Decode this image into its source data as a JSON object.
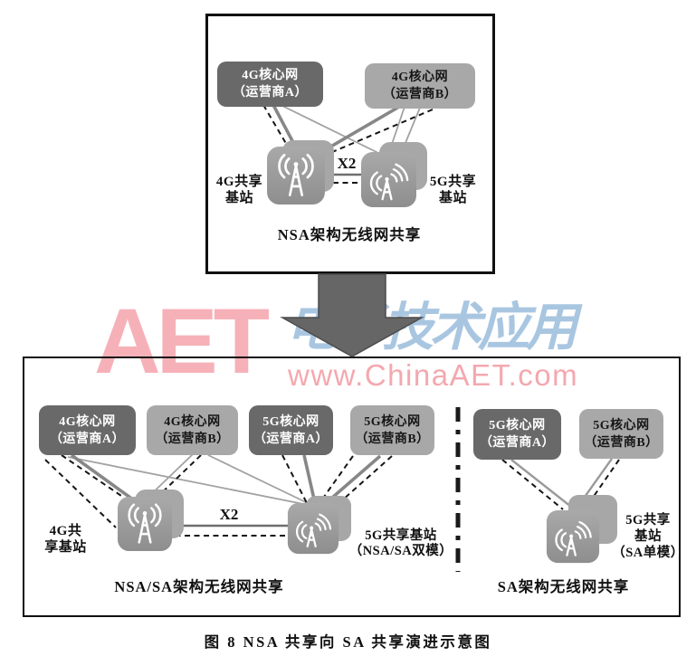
{
  "figure_caption": "图 8  NSA 共享向 SA 共享演进示意图",
  "watermark": {
    "logo": "AET",
    "slogan": "电子技术应用",
    "url": "www.ChinaAET.com",
    "pink": "#f6b1b8",
    "blue": "#a9c6e1"
  },
  "nsa_panel": {
    "caption": "NSA架构无线网共享",
    "x2_label": "X2",
    "cores": [
      {
        "line1": "4G核心网",
        "line2": "（运营商A）"
      },
      {
        "line1": "4G核心网",
        "line2": "（运营商B）"
      }
    ],
    "bs_left": {
      "line1": "4G共享",
      "line2": "基站"
    },
    "bs_right": {
      "line1": "5G共享",
      "line2": "基站"
    }
  },
  "nsa_sa_panel": {
    "caption": "NSA/SA架构无线网共享",
    "x2_label": "X2",
    "cores": [
      {
        "line1": "4G核心网",
        "line2": "（运营商A）"
      },
      {
        "line1": "4G核心网",
        "line2": "（运营商B）"
      },
      {
        "line1": "5G核心网",
        "line2": "（运营商A）"
      },
      {
        "line1": "5G核心网",
        "line2": "（运营商B）"
      }
    ],
    "bs_left": {
      "line1": "4G共",
      "line2": "享基站"
    },
    "bs_right": {
      "line1": "5G共享基站",
      "line2": "（NSA/SA双模）"
    }
  },
  "sa_panel": {
    "caption": "SA架构无线网共享",
    "cores": [
      {
        "line1": "5G核心网",
        "line2": "（运营商A）"
      },
      {
        "line1": "5G核心网",
        "line2": "（运营商B）"
      }
    ],
    "bs": {
      "line1": "5G共享",
      "line2": "基站",
      "line3": "（SA单模）"
    }
  },
  "colors": {
    "core_dark": "#696969",
    "core_light": "#a8a8a8",
    "base_station_fill": "#9b9b9b"
  }
}
